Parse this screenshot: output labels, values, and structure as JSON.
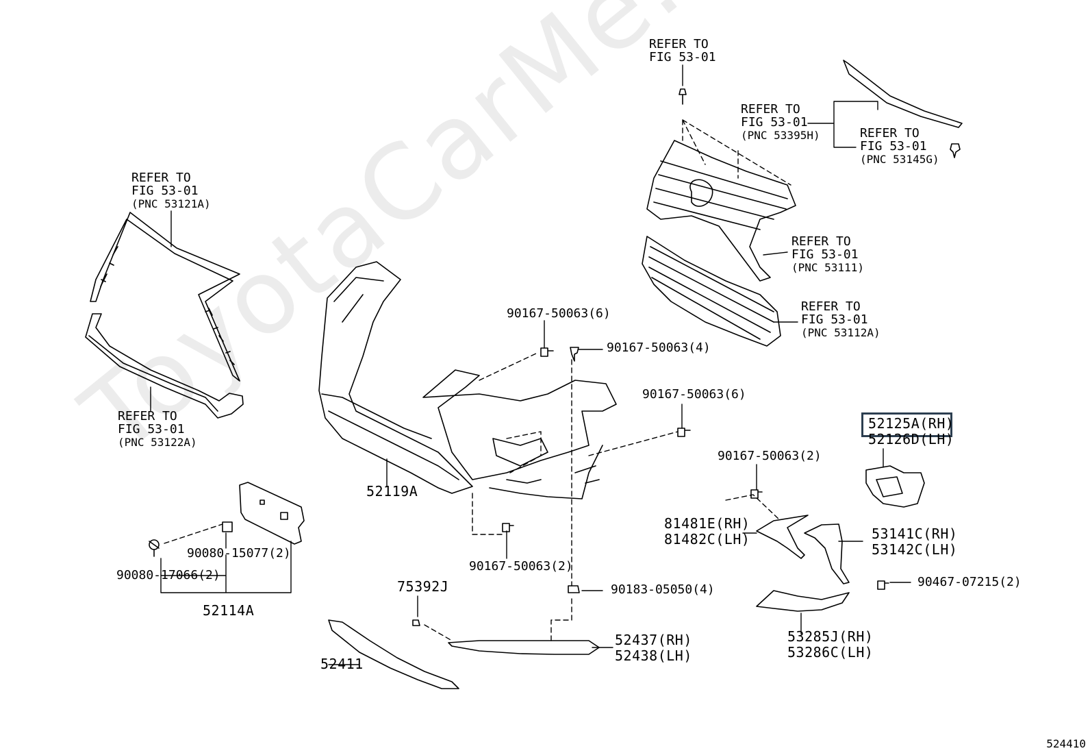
{
  "watermark": "ToyotaCarMe.ru",
  "figure_code": "524410",
  "labels": {
    "grille_top_ref": [
      "REFER TO",
      "FIG 53-01"
    ],
    "emblem_ref": [
      "REFER TO",
      "FIG 53-01",
      "(PNC 53395H)"
    ],
    "clip_ref": [
      "REFER TO",
      "FIG 53-01",
      "(PNC 53145G)"
    ],
    "frame_ref": [
      "REFER TO",
      "FIG 53-01",
      "(PNC 53121A)"
    ],
    "lower_frame_ref": [
      "REFER TO",
      "FIG 53-01",
      "(PNC 53122A)"
    ],
    "grille_ref": [
      "REFER TO",
      "FIG 53-01",
      "(PNC 53111)"
    ],
    "lower_grille_ref": [
      "REFER TO",
      "FIG 53-01",
      "(PNC 53112A)"
    ],
    "screw_6_top": "90167-50063(6)",
    "screw_4": "90167-50063(4)",
    "screw_6_right": "90167-50063(6)",
    "screw_2_right": "90167-50063(2)",
    "screw_2_bottom": "90167-50063(2)",
    "bumper_cover": "52119A",
    "retainer": [
      "52125A(RH)",
      "52126D(LH)"
    ],
    "lamp_cover": [
      "81481E(RH)",
      "81482C(LH)"
    ],
    "garnish": [
      "53141C(RH)",
      "53142C(LH)"
    ],
    "clip_90467": "90467-07215(2)",
    "nut_90183": "90183-05050(4)",
    "molding": [
      "53285J(RH)",
      "53286C(LH)"
    ],
    "bolt_17066": "90080-17066(2)",
    "nut_15077": "90080-15077(2)",
    "license_bracket": "52114A",
    "clip_75392": "75392J",
    "spoiler": [
      "52437(RH)",
      "52438(LH)"
    ],
    "absorber": "52411"
  }
}
